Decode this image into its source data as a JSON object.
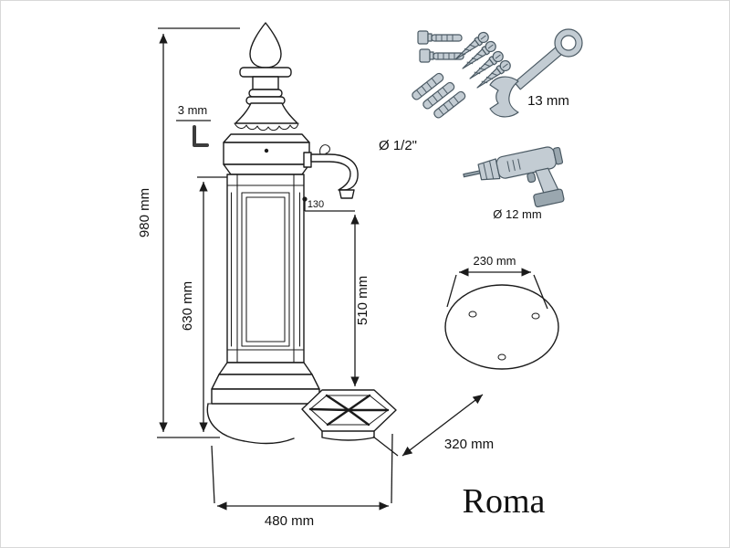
{
  "product": {
    "name": "Roma"
  },
  "dimensions": {
    "total_height": "980 mm",
    "column_height": "630 mm",
    "spout_height": "510 mm",
    "spout_offset": "130",
    "base_width": "480 mm",
    "base_depth": "320 mm",
    "plate_width": "230 mm"
  },
  "specs": {
    "tap_thread": "Ø 1/2\"",
    "drill_diameter": "Ø 12 mm",
    "wrench_size": "13 mm",
    "allen_key_size": "3 mm"
  },
  "icons": {
    "hardware_kit": "bolts-screws-wall-plugs-icon",
    "wrench": "combination-wrench-icon",
    "drill": "cordless-drill-icon",
    "allen_key": "hex-key-icon",
    "base_plate": "round-mounting-plate-icon"
  },
  "colors": {
    "line": "#1b1b1b",
    "background": "#ffffff",
    "metal_fill": "#c3ccd3",
    "metal_stroke": "#4b5a64"
  }
}
